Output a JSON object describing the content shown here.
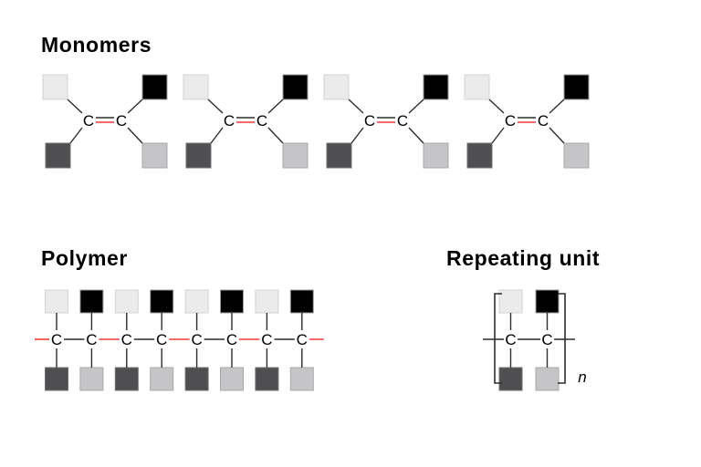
{
  "palette": {
    "light_square_fill": "#ebebeb",
    "light_square_border": "#d3d3d3",
    "black_square_fill": "#000000",
    "black_square_border": "#9b9b9d",
    "dark_square_fill": "#4f4f51",
    "dark_square_border": "#707072",
    "silver_square_fill": "#c5c5c7",
    "silver_square_border": "#a9a9ab",
    "bond_color": "#2d2d2f",
    "new_bond_color": "#ee3a36",
    "text_color": "#000000",
    "background": "#ffffff"
  },
  "monomers": {
    "title": "Monomers",
    "count": 4,
    "atom_label": "C",
    "top_left_square": "light",
    "top_right_square": "black",
    "bottom_left_square": "dark",
    "bottom_right_square": "silver",
    "double_bond_colors": [
      "bond",
      "new"
    ]
  },
  "polymer": {
    "title": "Polymer",
    "atom_label": "C",
    "carbon_count": 8,
    "top_squares": [
      "light",
      "black",
      "light",
      "black",
      "light",
      "black",
      "light",
      "black"
    ],
    "bottom_squares": [
      "dark",
      "silver",
      "dark",
      "silver",
      "dark",
      "silver",
      "dark",
      "silver"
    ],
    "backbone_bonds": [
      "new",
      "bond",
      "new",
      "bond",
      "new",
      "bond",
      "new",
      "bond",
      "new"
    ]
  },
  "repeating_unit": {
    "title": "Repeating unit",
    "atom_label": "C",
    "subscript": "n",
    "top_squares": [
      "light",
      "black"
    ],
    "bottom_squares": [
      "dark",
      "silver"
    ]
  }
}
